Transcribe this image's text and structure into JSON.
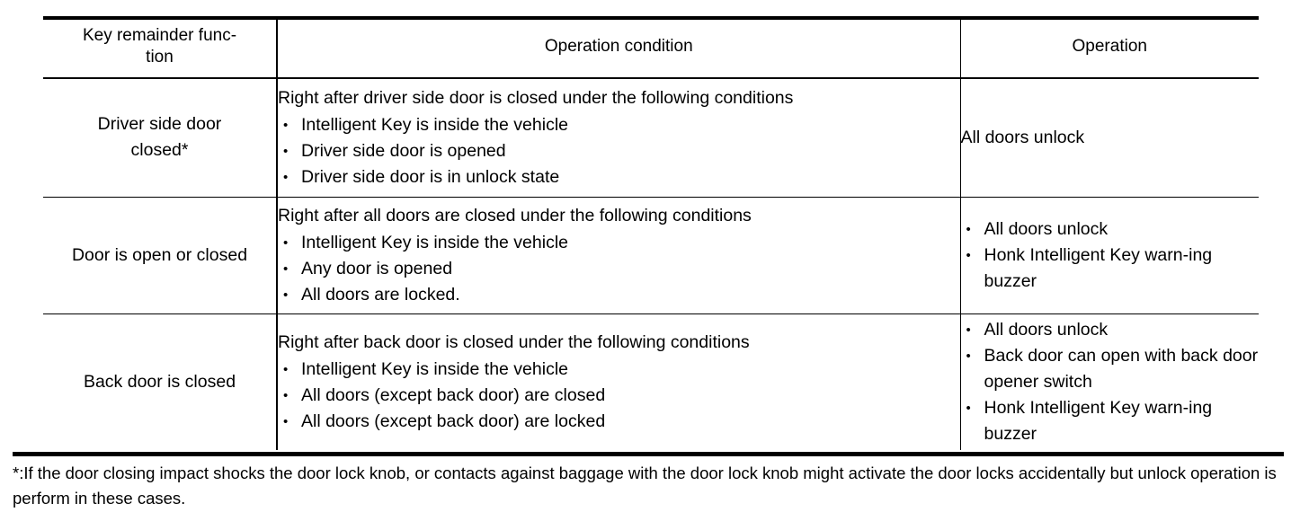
{
  "table": {
    "headers": {
      "col1": "Key remainder func-\ntion",
      "col1_line1": "Key remainder func-",
      "col1_line2": "tion",
      "col2": "Operation condition",
      "col3": "Operation"
    },
    "rows": [
      {
        "function_line1": "Driver side door",
        "function_line2": "closed*",
        "condition_lead": "Right after driver side door is closed under the following conditions",
        "condition_bullets": [
          "Intelligent Key is inside the vehicle",
          "Driver side door is opened",
          "Driver side door is in unlock state"
        ],
        "operation_text": "All doors unlock",
        "operation_bullets": []
      },
      {
        "function_line1": "Door is open or closed",
        "function_line2": "",
        "condition_lead": "Right after all doors are closed under the following conditions",
        "condition_bullets": [
          "Intelligent Key is inside the vehicle",
          "Any door is opened",
          "All doors are locked."
        ],
        "operation_text": "",
        "operation_bullets": [
          "All doors unlock",
          "Honk Intelligent Key warn-​ing buzzer"
        ]
      },
      {
        "function_line1": "Back door is closed",
        "function_line2": "",
        "condition_lead": "Right after back door is closed under the following conditions",
        "condition_bullets": [
          "Intelligent Key is inside the vehicle",
          "All doors (except back door) are closed",
          "All doors (except back door) are locked"
        ],
        "operation_text": "",
        "operation_bullets": [
          "All doors unlock",
          "Back door can open with back door opener switch",
          "Honk Intelligent Key warn-​ing buzzer"
        ]
      }
    ]
  },
  "footnote": {
    "text": "*:If the door closing impact shocks the door lock knob, or contacts against baggage with the door lock knob might activate the door locks accidentally but unlock operation is perform in these cases."
  },
  "colors": {
    "ink": "#000000",
    "paper": "#ffffff"
  }
}
